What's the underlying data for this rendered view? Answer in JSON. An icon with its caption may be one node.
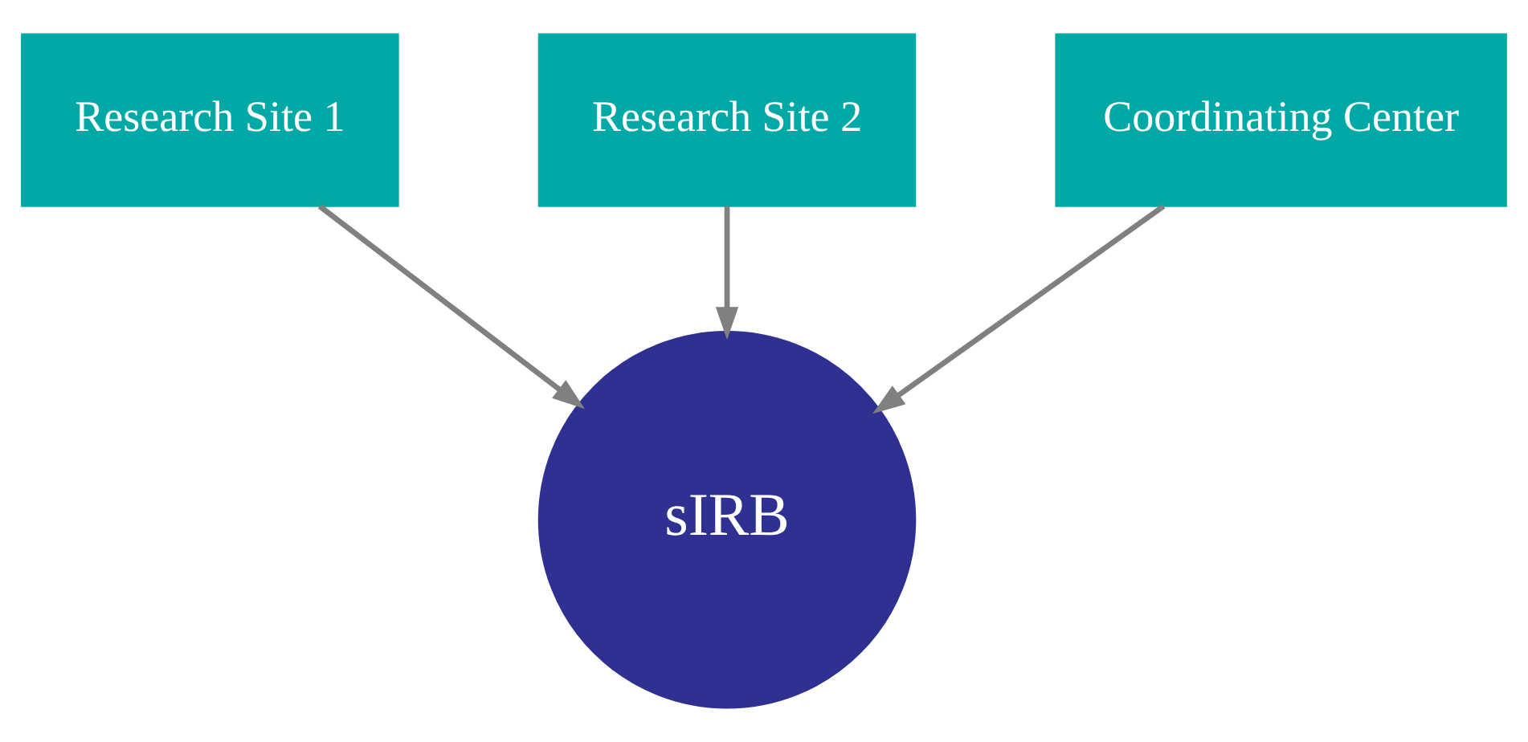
{
  "diagram": {
    "nodes": [
      {
        "text": [
          "Research Site 1"
        ]
      },
      {
        "text": [
          "Research Site 2"
        ]
      },
      {
        "text": [
          "Coordinating Center"
        ]
      },
      {
        "text": [
          "sIRB"
        ]
      }
    ],
    "edges": [
      {
        "from": 0,
        "to": 3,
        "arrow": "to"
      },
      {
        "from": 1,
        "to": 3,
        "arrow": "to"
      },
      {
        "from": 2,
        "to": 3,
        "arrow": "to"
      }
    ]
  }
}
